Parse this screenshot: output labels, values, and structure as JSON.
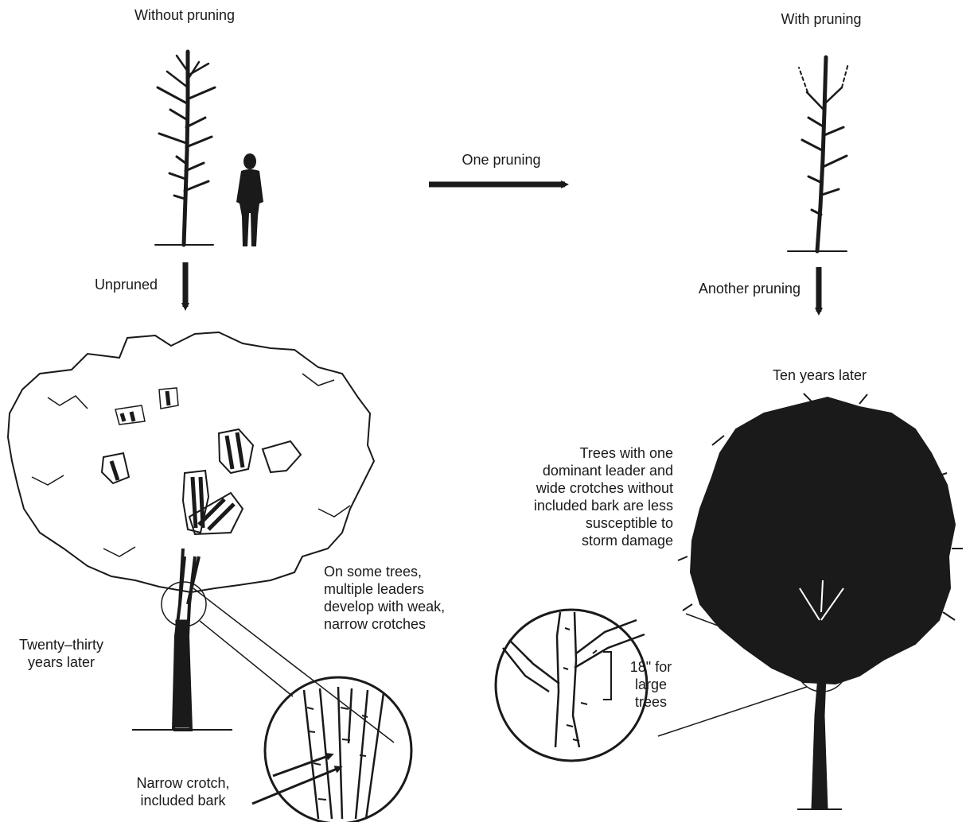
{
  "labels": {
    "without_pruning": "Without pruning",
    "with_pruning": "With pruning",
    "one_pruning": "One pruning",
    "unpruned": "Unpruned",
    "another_pruning": "Another pruning",
    "ten_years_later": "Ten years later",
    "twenty_thirty": "Twenty–thirty\nyears later",
    "multiple_leaders": "On some trees,\nmultiple leaders\ndevelop with weak,\nnarrow crotches",
    "dominant_leader": "Trees with one\ndominant leader and\nwide crotches without\nincluded bark are less\nsusceptible to\nstorm damage",
    "narrow_crotch": "Narrow crotch,\nincluded bark",
    "large_trees": "18\" for\nlarge\ntrees"
  },
  "colors": {
    "ink": "#1a1a1a",
    "background": "#ffffff"
  },
  "icons": [
    "young-tree-icon",
    "person-silhouette-icon",
    "pruned-young-tree-icon",
    "mature-unpruned-tree-icon",
    "mature-pruned-tree-icon",
    "magnifier-circle-icon",
    "arrow-icon"
  ]
}
